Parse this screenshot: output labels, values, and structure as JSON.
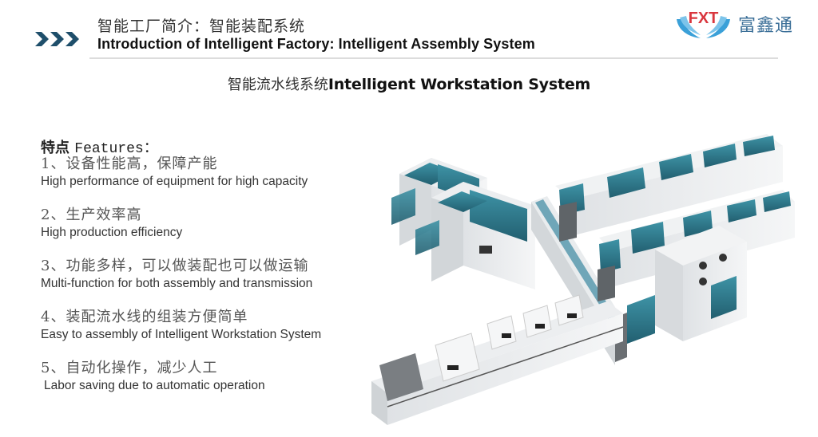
{
  "header": {
    "title_cn": "智能工厂简介：智能装配系统",
    "title_en": "Introduction of Intelligent Factory: Intelligent Assembly System",
    "bullet_icon": "triple-chevron-right",
    "colors": {
      "chevron": "#1f4f6b",
      "divider": "#dcdcdc"
    }
  },
  "brand": {
    "logo_text": "FXT",
    "name_cn": "富鑫通",
    "colors": {
      "logo_text": "#d9363e",
      "logo_wings": "#3aa0d8",
      "name": "#3b6f98"
    }
  },
  "subtitle": {
    "cn": "智能流水线系统",
    "en": "Intelligent Workstation System"
  },
  "features": {
    "heading_cn": "特点",
    "heading_en": "Features：",
    "items": [
      {
        "cn": "1、设备性能高，保障产能",
        "en": "High performance of equipment for high capacity"
      },
      {
        "cn": "2、生产效率高",
        "en": "High production efficiency"
      },
      {
        "cn": "3、功能多样，可以做装配也可以做运输",
        "en": "Multi-function for both assembly and transmission"
      },
      {
        "cn": "4、装配流水线的组装方便简单",
        "en": "Easy to assembly of Intelligent Workstation System"
      },
      {
        "cn": "5、自动化操作，减少人工",
        "en": "Labor saving due to automatic operation"
      }
    ]
  },
  "illustration": {
    "subject": "intelligent-workstation-assembly-line",
    "colors": {
      "glass": "#2f7f93",
      "body": "#eef0f2",
      "shadow": "#c9cdd1",
      "dark": "#6b6f73"
    }
  }
}
